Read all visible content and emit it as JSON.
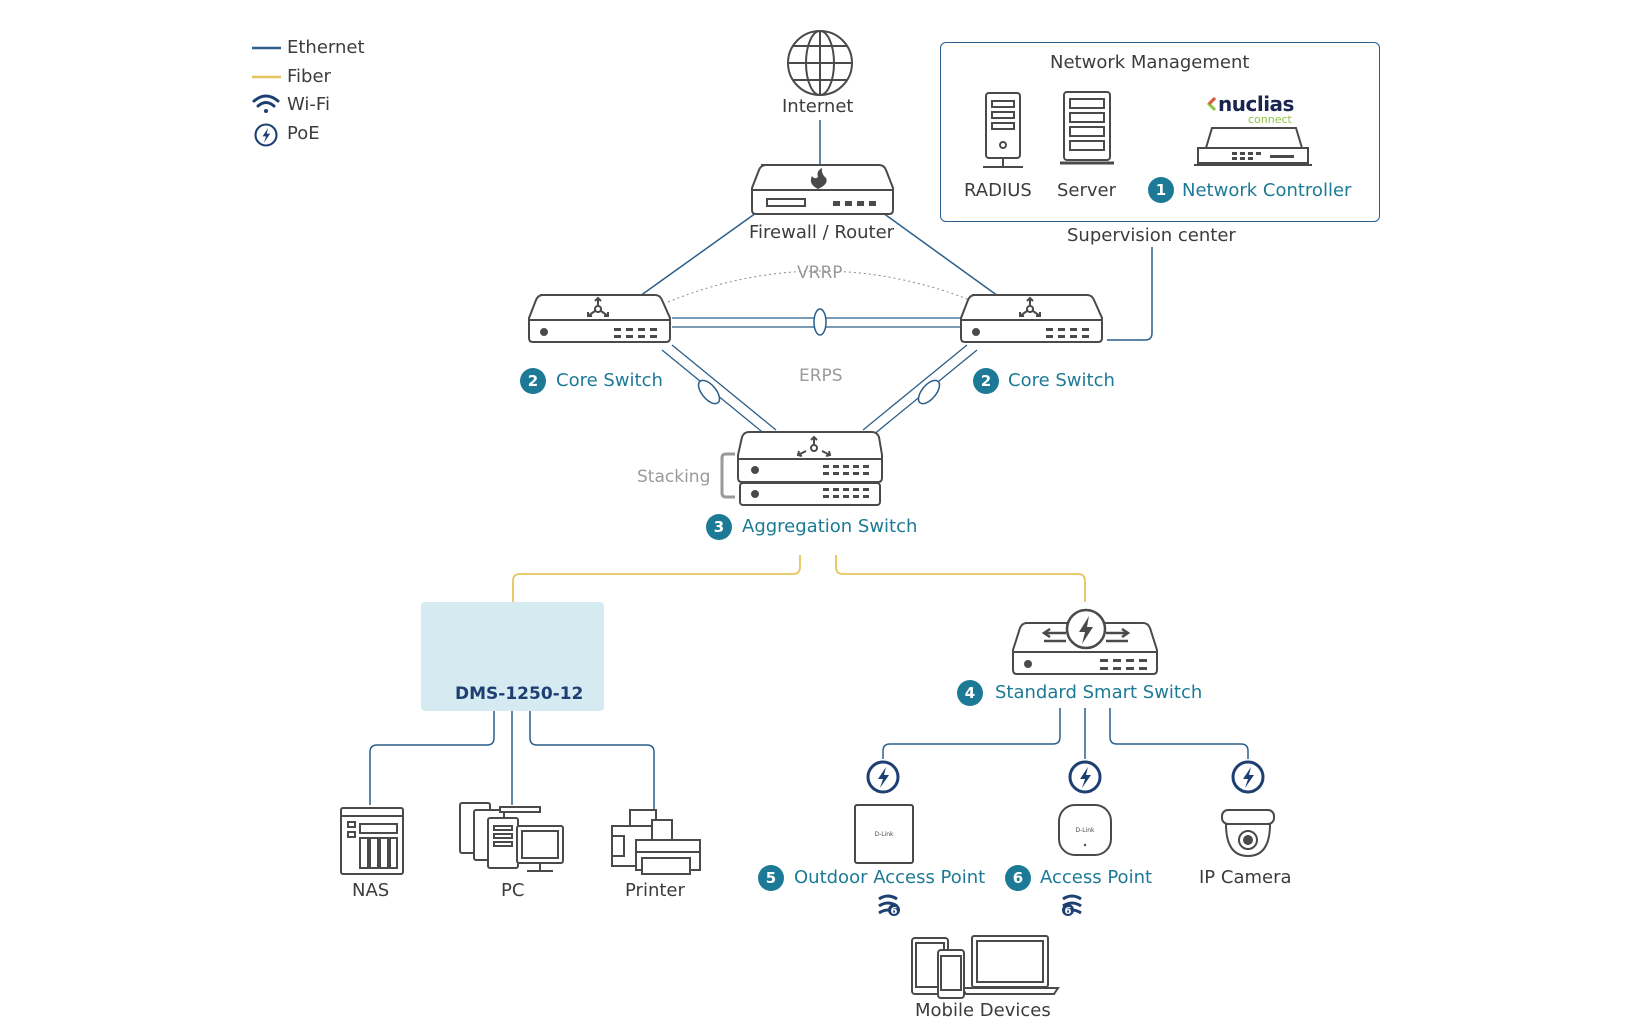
{
  "legend": {
    "items": [
      {
        "label": "Ethernet",
        "color": "#2b5f8a"
      },
      {
        "label": "Fiber",
        "color": "#e6c45c"
      },
      {
        "label": "Wi-Fi",
        "color": "#1d3f72"
      },
      {
        "label": "PoE",
        "color": "#1d3f72"
      }
    ]
  },
  "nodes": {
    "internet": "Internet",
    "firewall": "Firewall / Router",
    "vrrp": "VRRP",
    "erps": "ERPS",
    "stacking": "Stacking",
    "core_left": {
      "num": "2",
      "label": "Core Switch"
    },
    "core_right": {
      "num": "2",
      "label": "Core Switch"
    },
    "aggregation": {
      "num": "3",
      "label": "Aggregation Switch"
    },
    "dms": "DMS-1250-12",
    "smart_switch": {
      "num": "4",
      "label": "Standard Smart Switch"
    },
    "nas": "NAS",
    "pc": "PC",
    "printer": "Printer",
    "outdoor_ap": {
      "num": "5",
      "label": "Outdoor Access Point"
    },
    "access_point": {
      "num": "6",
      "label": "Access Point"
    },
    "ip_camera": "IP Camera",
    "mobile": "Mobile Devices",
    "ap_brand": "D-Link"
  },
  "management": {
    "title": "Network Management",
    "radius": "RADIUS",
    "server": "Server",
    "controller": {
      "num": "1",
      "label": "Network Controller"
    },
    "supervision": "Supervision center",
    "nuclias_name": "nuclias",
    "nuclias_sub": "connect"
  },
  "colors": {
    "ethernet": "#2b5f8a",
    "fiber": "#e6c45c",
    "accent": "#1c7a96",
    "device_stroke": "#4a4a4a",
    "dms_box": "#d5ebf1"
  }
}
